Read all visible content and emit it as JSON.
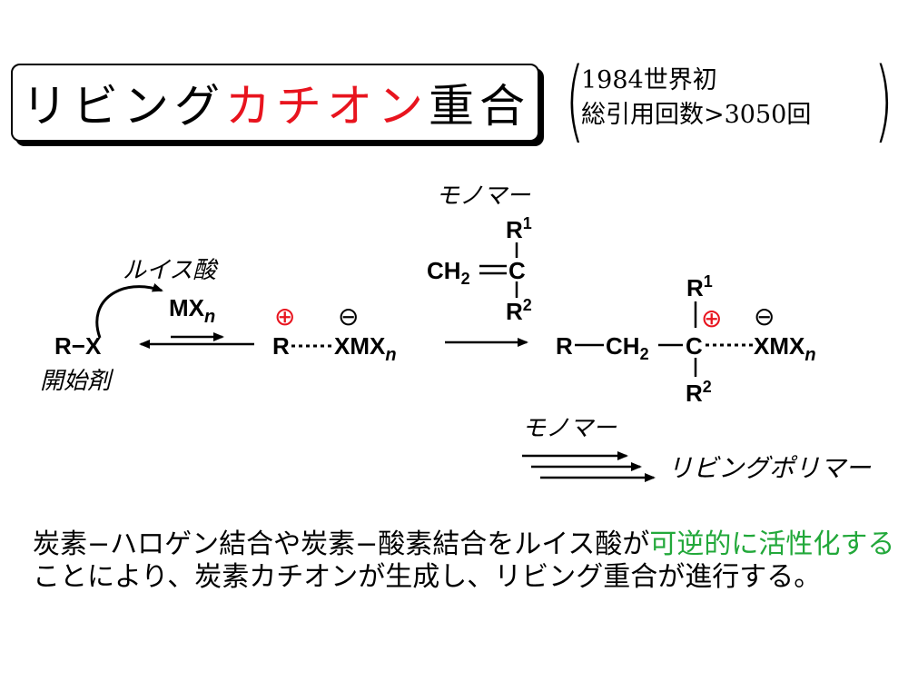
{
  "title": {
    "part1": "リビング",
    "part2": "カチオン",
    "part3": "重合",
    "accent_color": "#e8141e"
  },
  "note": {
    "line1": "1984世界初",
    "line2": "総引用回数>3050回"
  },
  "scheme": {
    "initiator": "R−X",
    "initiator_label": "開始剤",
    "lewis_acid_label": "ルイス酸",
    "lewis_acid": "MX",
    "subscript_n": "n",
    "ion_pair_R": "R",
    "ion_pair_counter": "XMX",
    "plus_symbol": "⊕",
    "minus_symbol": "⊖",
    "monomer_label": "モノマー",
    "monomer_R1": "R",
    "monomer_R2": "R",
    "sup1": "1",
    "sup2": "2",
    "monomer_ch2": "CH",
    "monomer_sub2": "2",
    "monomer_C": "C",
    "product_R": "R",
    "product_ch2": "CH",
    "product_sub2": "2",
    "product_C": "C",
    "product_counter": "XMX",
    "monomer_label2": "モノマー",
    "living_polymer": "リビングポリマー",
    "plus_color": "#e8141e"
  },
  "explanation": {
    "seg1": "炭素−ハロゲン結合や炭素−酸素結合をルイス酸が",
    "seg2": "可逆的に活性化する",
    "seg3": "ことにより、炭素カチオンが生成し、リビング重合が進行する。",
    "highlight_color": "#22a83a"
  }
}
